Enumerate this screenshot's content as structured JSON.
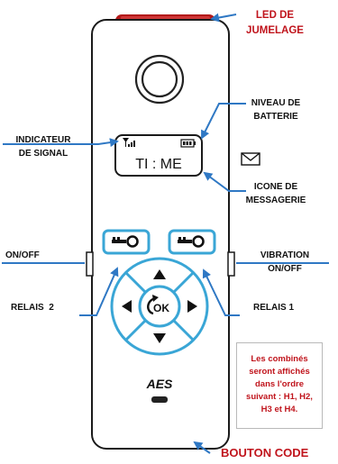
{
  "labels": {
    "led": [
      "LED DE",
      "JUMELAGE"
    ],
    "battery": [
      "NIVEAU DE",
      "BATTERIE"
    ],
    "signal": [
      "INDICATEUR",
      "DE SIGNAL"
    ],
    "messaging": [
      "ICONE DE",
      "MESSAGERIE"
    ],
    "onoff": "ON/OFF",
    "vibration": [
      "VIBRATION",
      "ON/OFF"
    ],
    "relay2": "RELAIS  2",
    "relay1": "RELAIS 1",
    "code_button": "BOUTON CODE"
  },
  "screen": {
    "text": "TI : ME"
  },
  "keypad": {
    "ok_label": "OK"
  },
  "brand": "AES",
  "note": [
    "Les combinés",
    "seront affichés",
    "dans l'ordre",
    "suivant : H1, H2,",
    "H3 et H4."
  ],
  "colors": {
    "accent": "#2f78c4",
    "keypad_blue": "#3aa6d6",
    "led_red": "#c0141c",
    "label_red": "#c0141c"
  }
}
